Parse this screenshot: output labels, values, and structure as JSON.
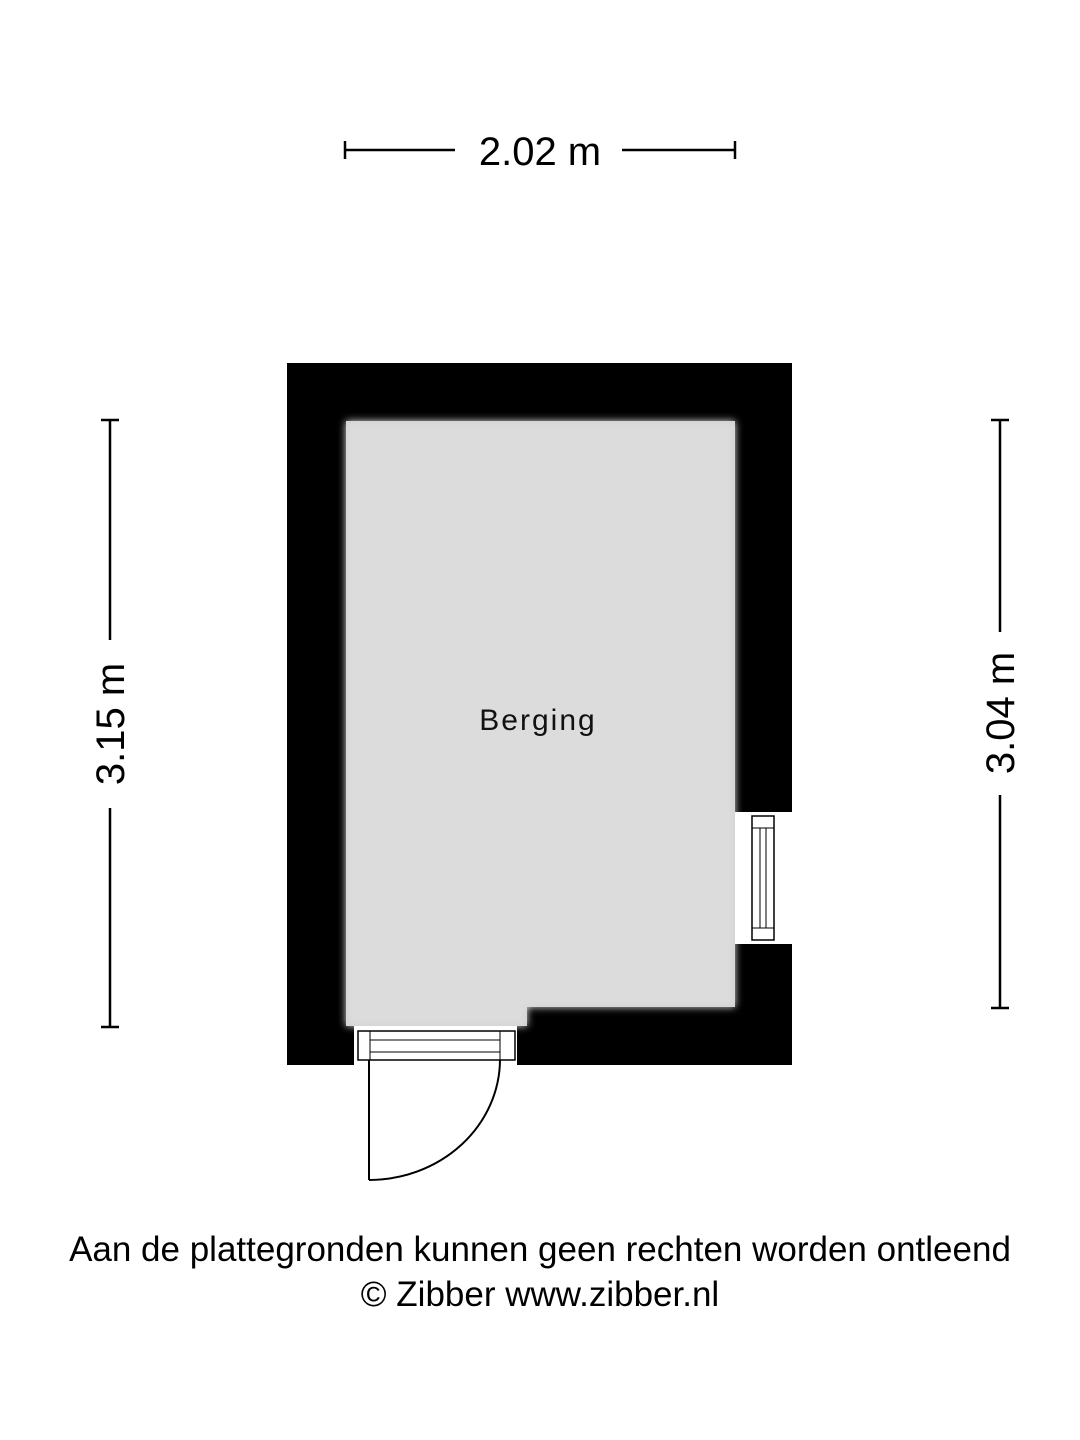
{
  "dimensions": {
    "width": "2.02 m",
    "height_left": "3.15 m",
    "height_right": "3.04 m"
  },
  "room": {
    "label": "Berging"
  },
  "footer": {
    "disclaimer": "Aan de plattegronden kunnen geen rechten worden ontleend",
    "copyright": "© Zibber www.zibber.nl"
  },
  "colors": {
    "wall": "#000000",
    "floor": "#dcdcdc",
    "background": "#ffffff"
  }
}
